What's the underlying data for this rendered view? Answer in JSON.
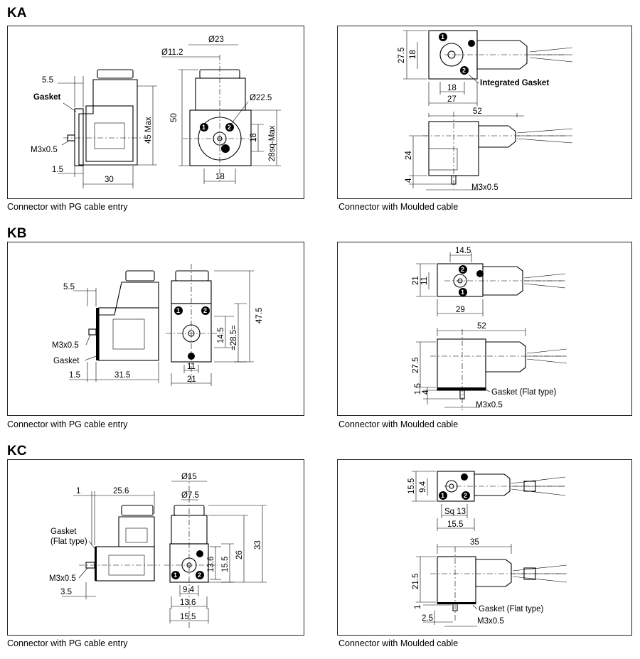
{
  "sections": [
    {
      "id": "ka",
      "title": "KA",
      "left_caption": "Connector with PG cable entry",
      "right_caption": "Connector with Moulded cable",
      "left_dims": {
        "d1": "5.5",
        "gasket": "Gasket",
        "m3": "M3x0.5",
        "d15": "1.5",
        "d30": "30",
        "h45": "45 Max",
        "dia112": "Ø11.2",
        "dia23": "Ø23",
        "dia225": "Ø22.5",
        "h50": "50",
        "h18": "18",
        "sq28": "28sq-Max",
        "w18": "18"
      },
      "right_dims": {
        "h275": "27.5",
        "h18": "18",
        "w18": "18",
        "w27": "27",
        "gasket": "Integrated Gasket",
        "w52": "52",
        "h24": "24",
        "h4": "4",
        "m3": "M3x0.5"
      }
    },
    {
      "id": "kb",
      "title": "KB",
      "left_caption": "Connector with PG cable entry",
      "right_caption": "Connector with Moulded cable",
      "left_dims": {
        "d55": "5.5",
        "m3": "M3x0.5",
        "gasket": "Gasket",
        "d15": "1.5",
        "d315": "31.5",
        "h145": "14.5",
        "h285": "=28.5=",
        "h475": "47.5",
        "w11": "11",
        "w21": "21"
      },
      "right_dims": {
        "w145": "14.5",
        "h21": "21",
        "h11": "11",
        "w29": "29",
        "w52": "52",
        "h275": "27.5",
        "h15": "1.5",
        "h4": "4",
        "gasket": "Gasket (Flat type)",
        "m3": "M3x0.5"
      }
    },
    {
      "id": "kc",
      "title": "KC",
      "left_caption": "Connector with PG cable entry",
      "right_caption": "Connector with Moulded cable",
      "left_dims": {
        "d1": "1",
        "d256": "25.6",
        "gasket1": "Gasket",
        "gasket2": "(Flat type)",
        "m3": "M3x0.5",
        "d35": "3.5",
        "dia15": "Ø15",
        "dia75": "Ø7.5",
        "h136": "13.6",
        "h155": "15.5",
        "h26": "26",
        "h33": "33",
        "w94": "9.4",
        "w136": "13.6",
        "w155": "15.5"
      },
      "right_dims": {
        "h155": "15.5",
        "h94": "9.4",
        "sq13": "Sq 13",
        "w155": "15.5",
        "w35": "35",
        "h215": "21.5",
        "h1": "1",
        "w25": "2.5",
        "gasket": "Gasket (Flat type)",
        "m3": "M3x0.5"
      }
    }
  ]
}
